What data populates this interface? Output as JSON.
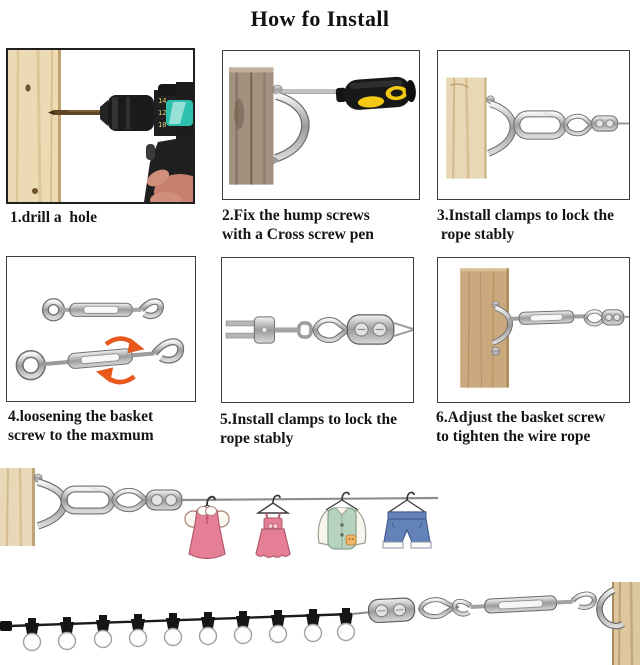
{
  "title": "How fo Install",
  "steps": [
    {
      "caption": [
        "1.drill a  hole",
        ""
      ],
      "illustration": "cordless-drill-drilling-hole-in-wood-plank"
    },
    {
      "caption": [
        "2.Fix the hump screws",
        "with a Cross screw pen"
      ],
      "illustration": "hump-screw-on-board-with-cross-screwdriver"
    },
    {
      "caption": [
        "3.Install clamps to lock the",
        " rope stably"
      ],
      "illustration": "hook-carabiner-thimble-clamp-wire-on-board"
    },
    {
      "caption": [
        "4.loosening the basket",
        "screw to the maxmum"
      ],
      "illustration": "two-turnbuckles-with-rotation-arrows"
    },
    {
      "caption": [
        "5.Install clamps to lock the",
        "rope stably"
      ],
      "illustration": "wire-rope-thimble-duplex-clamp-closeup"
    },
    {
      "caption": [
        "6.Adjust the basket screw",
        "to tighten the wire rope"
      ],
      "illustration": "turnbuckle-and-clamp-mounted-on-board"
    }
  ],
  "panel1_dial": [
    "14",
    "12",
    "10"
  ],
  "clothesline": {
    "items": [
      "pink-dress",
      "pink-sundress",
      "green-jacket",
      "blue-shorts"
    ]
  },
  "string_lights": {
    "bulb_count": 10
  },
  "colors": {
    "arrow_orange": "#e8581c",
    "wood_light": "#e9d8b4",
    "wood_taupe": "#a39180",
    "wood_tan": "#cba97e",
    "drill_teal": "#2ec0af",
    "screwdriver_yellow": "#f4c913",
    "dress_pink": "#e57f95",
    "jacket_green": "#b7d3bf",
    "shorts_blue": "#6282b8",
    "metal_gray": "#b9b9b9"
  }
}
